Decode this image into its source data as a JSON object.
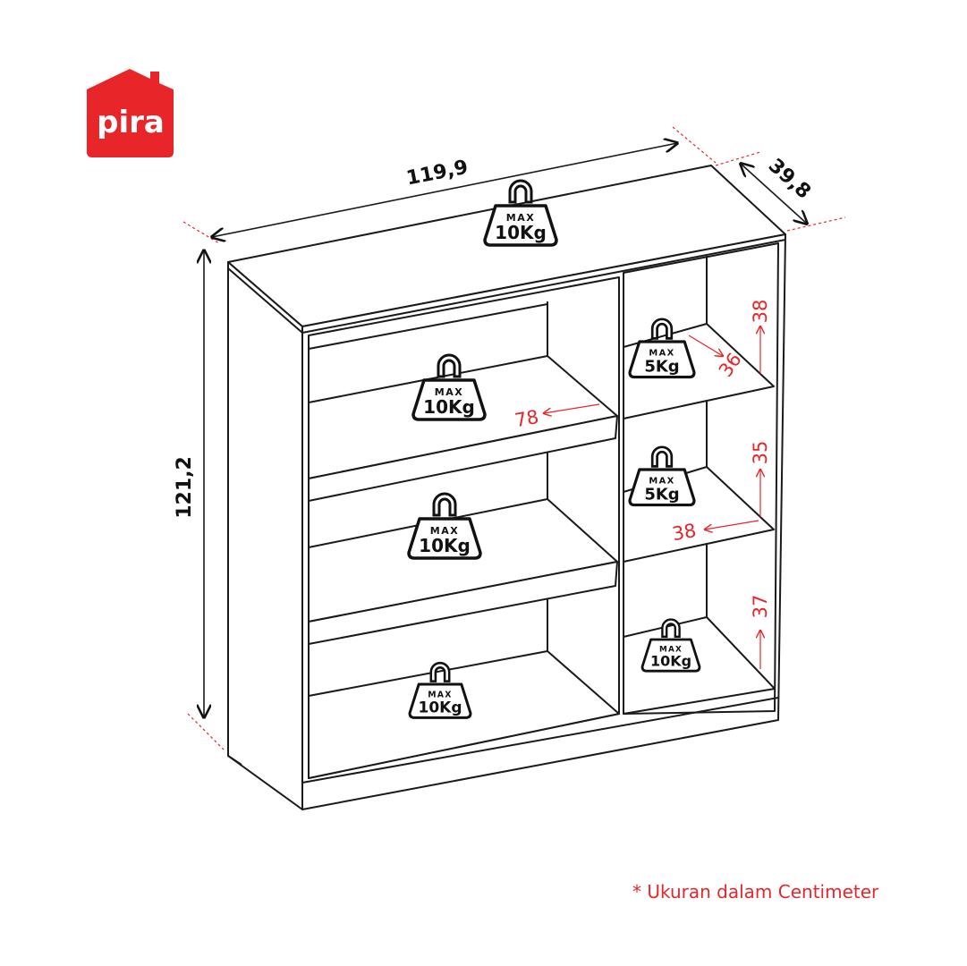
{
  "brand": {
    "name": "pira",
    "color": "#e8262a"
  },
  "dimensions": {
    "width": "119,9",
    "depth": "39,8",
    "height": "121,2"
  },
  "weights": [
    {
      "max": "MAX",
      "load": "10Kg"
    },
    {
      "max": "MAX",
      "load": "10Kg"
    },
    {
      "max": "MAX",
      "load": "10Kg"
    },
    {
      "max": "MAX",
      "load": "10Kg"
    },
    {
      "max": "MAX",
      "load": "5Kg"
    },
    {
      "max": "MAX",
      "load": "5Kg"
    },
    {
      "max": "MAX",
      "load": "10Kg"
    }
  ],
  "inner_dims": {
    "top_right_height": "38",
    "top_right_depth": "36",
    "left_width": "78",
    "mid_right_height": "35",
    "mid_right_width": "38",
    "bottom_right_height": "37"
  },
  "footnote": "* Ukuran dalam Centimeter"
}
